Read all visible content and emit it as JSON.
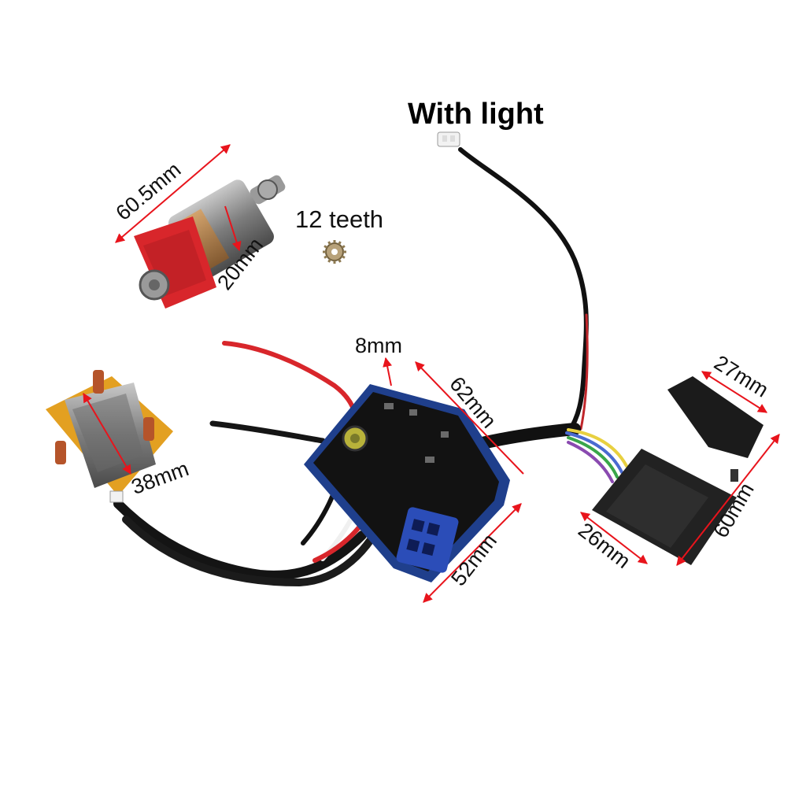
{
  "title": "With light",
  "gear": {
    "teeth_label": "12 teeth"
  },
  "dimensions": {
    "rotor_length": "60.5mm",
    "rotor_diameter": "20mm",
    "stator_diameter": "38mm",
    "board_thickness": "8mm",
    "board_length": "62mm",
    "board_width": "52mm",
    "switch_top": "27mm",
    "switch_height": "60mm",
    "switch_depth": "26mm"
  },
  "colors": {
    "dimension_arrow": "#e8141c",
    "pcb": "#1f3f8c",
    "rotor_fan": "#d8262b",
    "stator_frame": "#e3a021"
  }
}
